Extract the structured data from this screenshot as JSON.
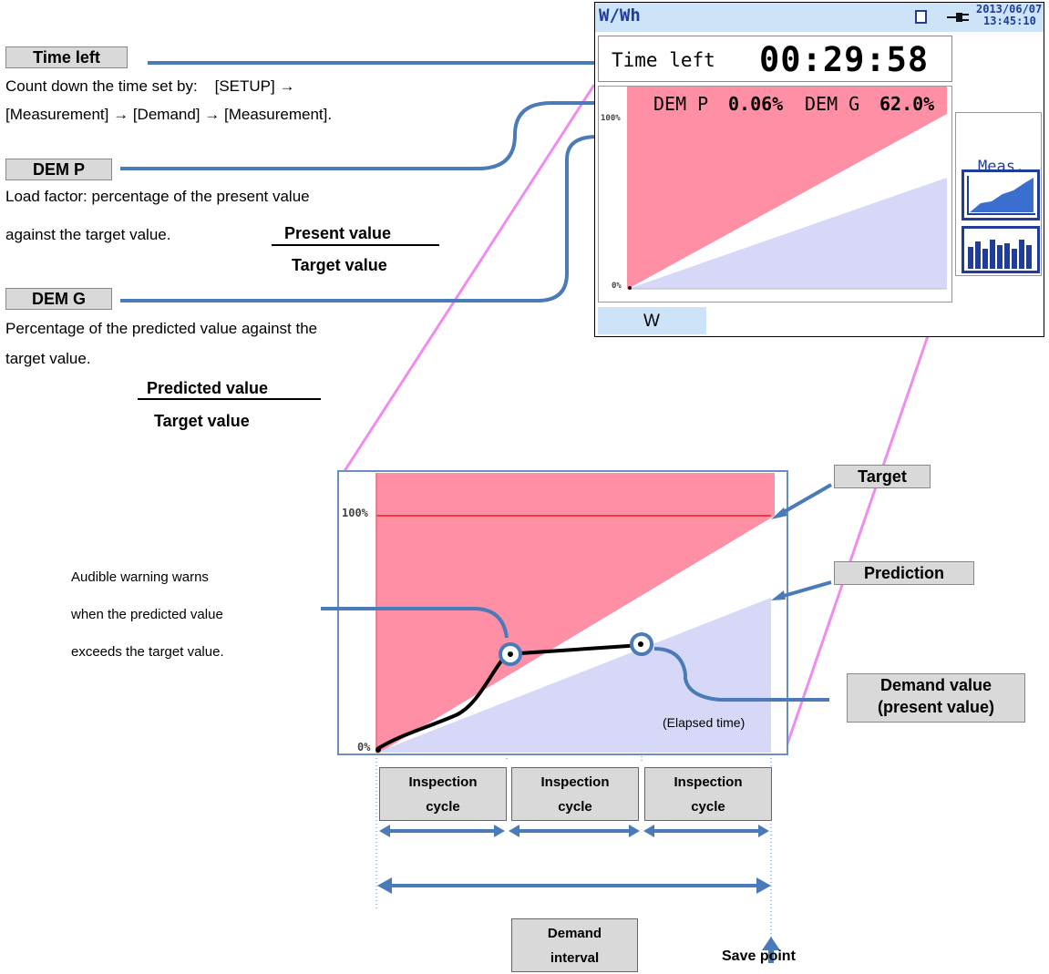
{
  "device": {
    "mode_title": "W/Wh",
    "datetime_date": "2013/06/07",
    "datetime_time": "13:45:10",
    "time_left_label": "Time left",
    "time_left_value": "00:29:58",
    "dem_p_label": "DEM P",
    "dem_p_value": "0.06%",
    "dem_g_label": "DEM G",
    "dem_g_value": "62.0%",
    "axis_top": "100%",
    "axis_bottom": "0%",
    "side_button": "Meas.",
    "bottom_tab": "W"
  },
  "annotations": {
    "time_left_tag": "Time left",
    "time_left_desc_1": "Count down the time set by:    [SETUP] →",
    "time_left_desc_2": "[Measurement] → [Demand] → [Measurement].",
    "dem_p_tag": "DEM P",
    "dem_p_desc_1": "Load factor: percentage of the present value",
    "dem_p_desc_2": "against the target value.",
    "dem_p_numerator": "Present value",
    "dem_p_denominator": "Target value",
    "dem_g_tag": "DEM G",
    "dem_g_desc_1": "Percentage of the predicted value against the",
    "dem_g_desc_2": "target value.",
    "dem_g_numerator": "Predicted value",
    "dem_g_denominator": "Target value"
  },
  "detail": {
    "axis_top": "100%",
    "axis_bottom": "0%",
    "warning_1": "Audible warning warns",
    "warning_2": "when the predicted value",
    "warning_3": "exceeds the target value.",
    "target_label": "Target",
    "prediction_label": "Prediction",
    "demand_value_1": "Demand value",
    "demand_value_2": "(present value)",
    "elapsed_time": "(Elapsed time)",
    "cycle_line_1": "Inspection",
    "cycle_line_2": "cycle",
    "demand_interval_1": "Demand",
    "demand_interval_2": "interval",
    "save_point": "Save point"
  },
  "colors": {
    "target_fill": "#ff8fa5",
    "prediction_fill": "#d7d7f7",
    "leader_line": "#4a7ab8",
    "zoom_line": "#f08cf0",
    "title_bar": "#cde3f7"
  }
}
